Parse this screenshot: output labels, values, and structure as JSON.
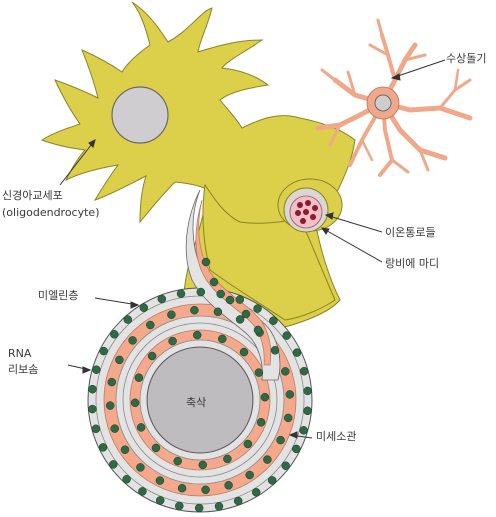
{
  "labels": {
    "oligodendrocyte_ko": "신경아교세포",
    "oligodendrocyte_en": "(oligodendrocyte)",
    "dendrite": "수상돌기",
    "ion_channel": "이온통로들",
    "node_of_ranvier": "랑비에 마디",
    "myelin_layer": "미엘린층",
    "rna_line1": "RNA",
    "rna_line2": "리보솜",
    "axon": "축삭",
    "microtubule": "미세소관"
  },
  "colors": {
    "glia_fill": "#dccf4a",
    "glia_stroke": "#8a8428",
    "nucleus_fill": "#cfcdd0",
    "neuron_fill": "#f0a88a",
    "neuron_stroke": "#c0705a",
    "myelin_salmon": "#f4a98c",
    "membrane_gray": "#c9cbcc",
    "ribosome_green": "#2f6a44",
    "ion_dot": "#8c1a2c",
    "axon_fill": "#bfbcbf"
  }
}
